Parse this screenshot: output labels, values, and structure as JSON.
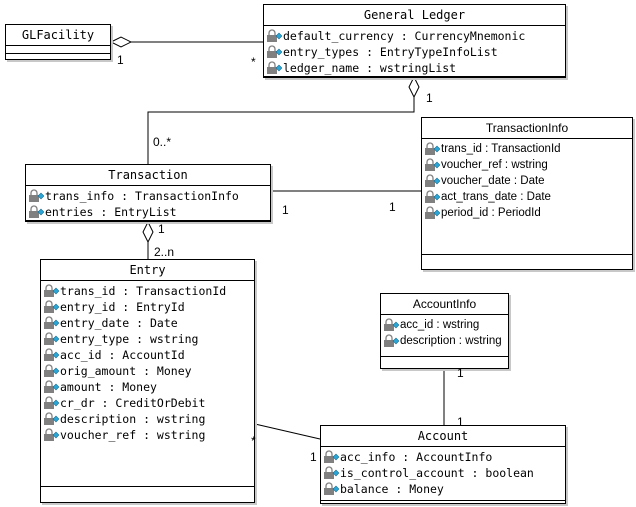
{
  "colors": {
    "line": "#000000",
    "box": "#ffffff",
    "shadow": "#c8c8c8",
    "icon_lock": "#808080",
    "icon_diamond": "#2aa6d6"
  },
  "icons": {
    "attribute": "protected-attribute-icon"
  },
  "classes": {
    "glfacility": {
      "name": "GLFacility",
      "attributes": []
    },
    "general_ledger": {
      "name": "General Ledger",
      "attributes": [
        "default_currency : CurrencyMnemonic",
        "entry_types : EntryTypeInfoList",
        "ledger_name : wstringList"
      ]
    },
    "transaction": {
      "name": "Transaction",
      "attributes": [
        "trans_info : TransactionInfo",
        "entries : EntryList"
      ]
    },
    "transaction_info": {
      "name": "TransactionInfo",
      "attributes": [
        "trans_id : TransactionId",
        "voucher_ref : wstring",
        "voucher_date : Date",
        "act_trans_date : Date",
        "period_id : PeriodId"
      ]
    },
    "entry": {
      "name": "Entry",
      "attributes": [
        "trans_id : TransactionId",
        "entry_id : EntryId",
        "entry_date : Date",
        "entry_type : wstring",
        "acc_id : AccountId",
        "orig_amount : Money",
        "amount : Money",
        "cr_dr : CreditOrDebit",
        "description : wstring",
        "voucher_ref : wstring"
      ]
    },
    "account_info": {
      "name": "AccountInfo",
      "attributes": [
        "acc_id : wstring",
        "description : wstring"
      ]
    },
    "account": {
      "name": "Account",
      "attributes": [
        "acc_info : AccountInfo",
        "is_control_account : boolean",
        "balance : Money"
      ]
    }
  },
  "multiplicities": {
    "glfacility_ledger_a": "1",
    "glfacility_ledger_b": "*",
    "ledger_transaction_a": "1",
    "ledger_transaction_b": "0..*",
    "transaction_info_a": "1",
    "transaction_info_b": "1",
    "transaction_entry_a": "1",
    "transaction_entry_b": "2..n",
    "accountinfo_account_a": "1",
    "accountinfo_account_b": "1",
    "entry_account_a": "*",
    "entry_account_b": "1"
  }
}
